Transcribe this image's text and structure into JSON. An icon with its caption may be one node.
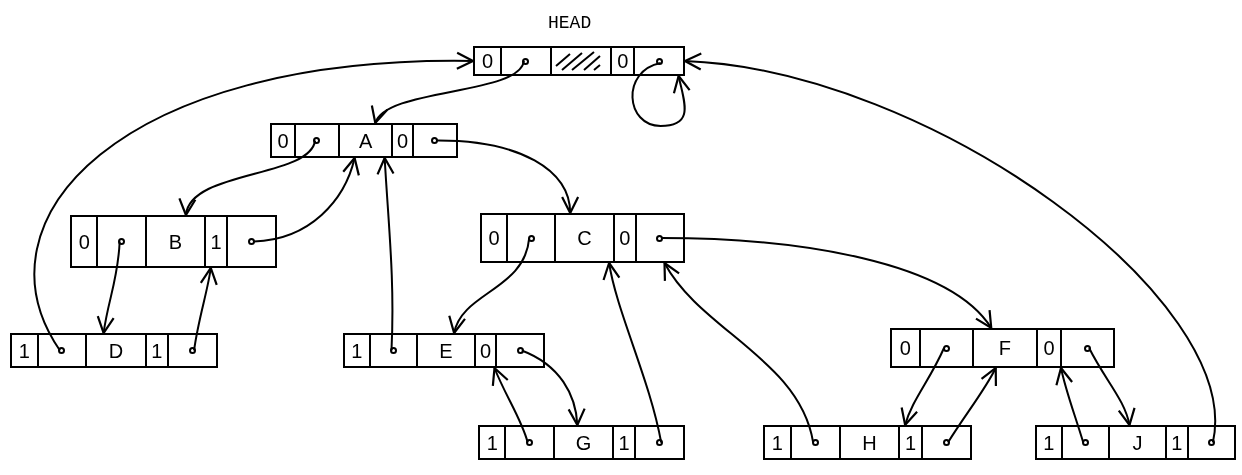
{
  "diagram": {
    "nodes": [
      {
        "text": [
          "0",
          "0"
        ],
        "beside": [
          "HEAD"
        ]
      },
      {
        "text": [
          "0",
          "A",
          "0"
        ]
      },
      {
        "text": [
          "0",
          "B",
          "1"
        ]
      },
      {
        "text": [
          "0",
          "C",
          "0"
        ]
      },
      {
        "text": [
          "1",
          "D",
          "1"
        ]
      },
      {
        "text": [
          "1",
          "E",
          "0"
        ]
      },
      {
        "text": [
          "0",
          "F",
          "0"
        ]
      },
      {
        "text": [
          "1",
          "G",
          "1"
        ]
      },
      {
        "text": [
          "1",
          "H",
          "1"
        ]
      },
      {
        "text": [
          "1",
          "J",
          "1"
        ]
      }
    ],
    "edges": [
      {
        "from": 0,
        "to": 1,
        "arrow": "to"
      },
      {
        "from": 0,
        "to": 0,
        "arrow": "to"
      },
      {
        "from": 1,
        "to": 2,
        "arrow": "to"
      },
      {
        "from": 1,
        "to": 3,
        "arrow": "to"
      },
      {
        "from": 2,
        "to": 4,
        "arrow": "to"
      },
      {
        "from": 2,
        "to": 1,
        "arrow": "to"
      },
      {
        "from": 3,
        "to": 5,
        "arrow": "to"
      },
      {
        "from": 3,
        "to": 6,
        "arrow": "to"
      },
      {
        "from": 4,
        "to": 0,
        "arrow": "to"
      },
      {
        "from": 4,
        "to": 2,
        "arrow": "to"
      },
      {
        "from": 5,
        "to": 1,
        "arrow": "to"
      },
      {
        "from": 5,
        "to": 7,
        "arrow": "to"
      },
      {
        "from": 6,
        "to": 8,
        "arrow": "to"
      },
      {
        "from": 6,
        "to": 9,
        "arrow": "to"
      },
      {
        "from": 7,
        "to": 5,
        "arrow": "to"
      },
      {
        "from": 7,
        "to": 3,
        "arrow": "to"
      },
      {
        "from": 8,
        "to": 3,
        "arrow": "to"
      },
      {
        "from": 8,
        "to": 6,
        "arrow": "to"
      },
      {
        "from": 9,
        "to": 6,
        "arrow": "to"
      },
      {
        "from": 9,
        "to": 0,
        "arrow": "to"
      }
    ]
  }
}
